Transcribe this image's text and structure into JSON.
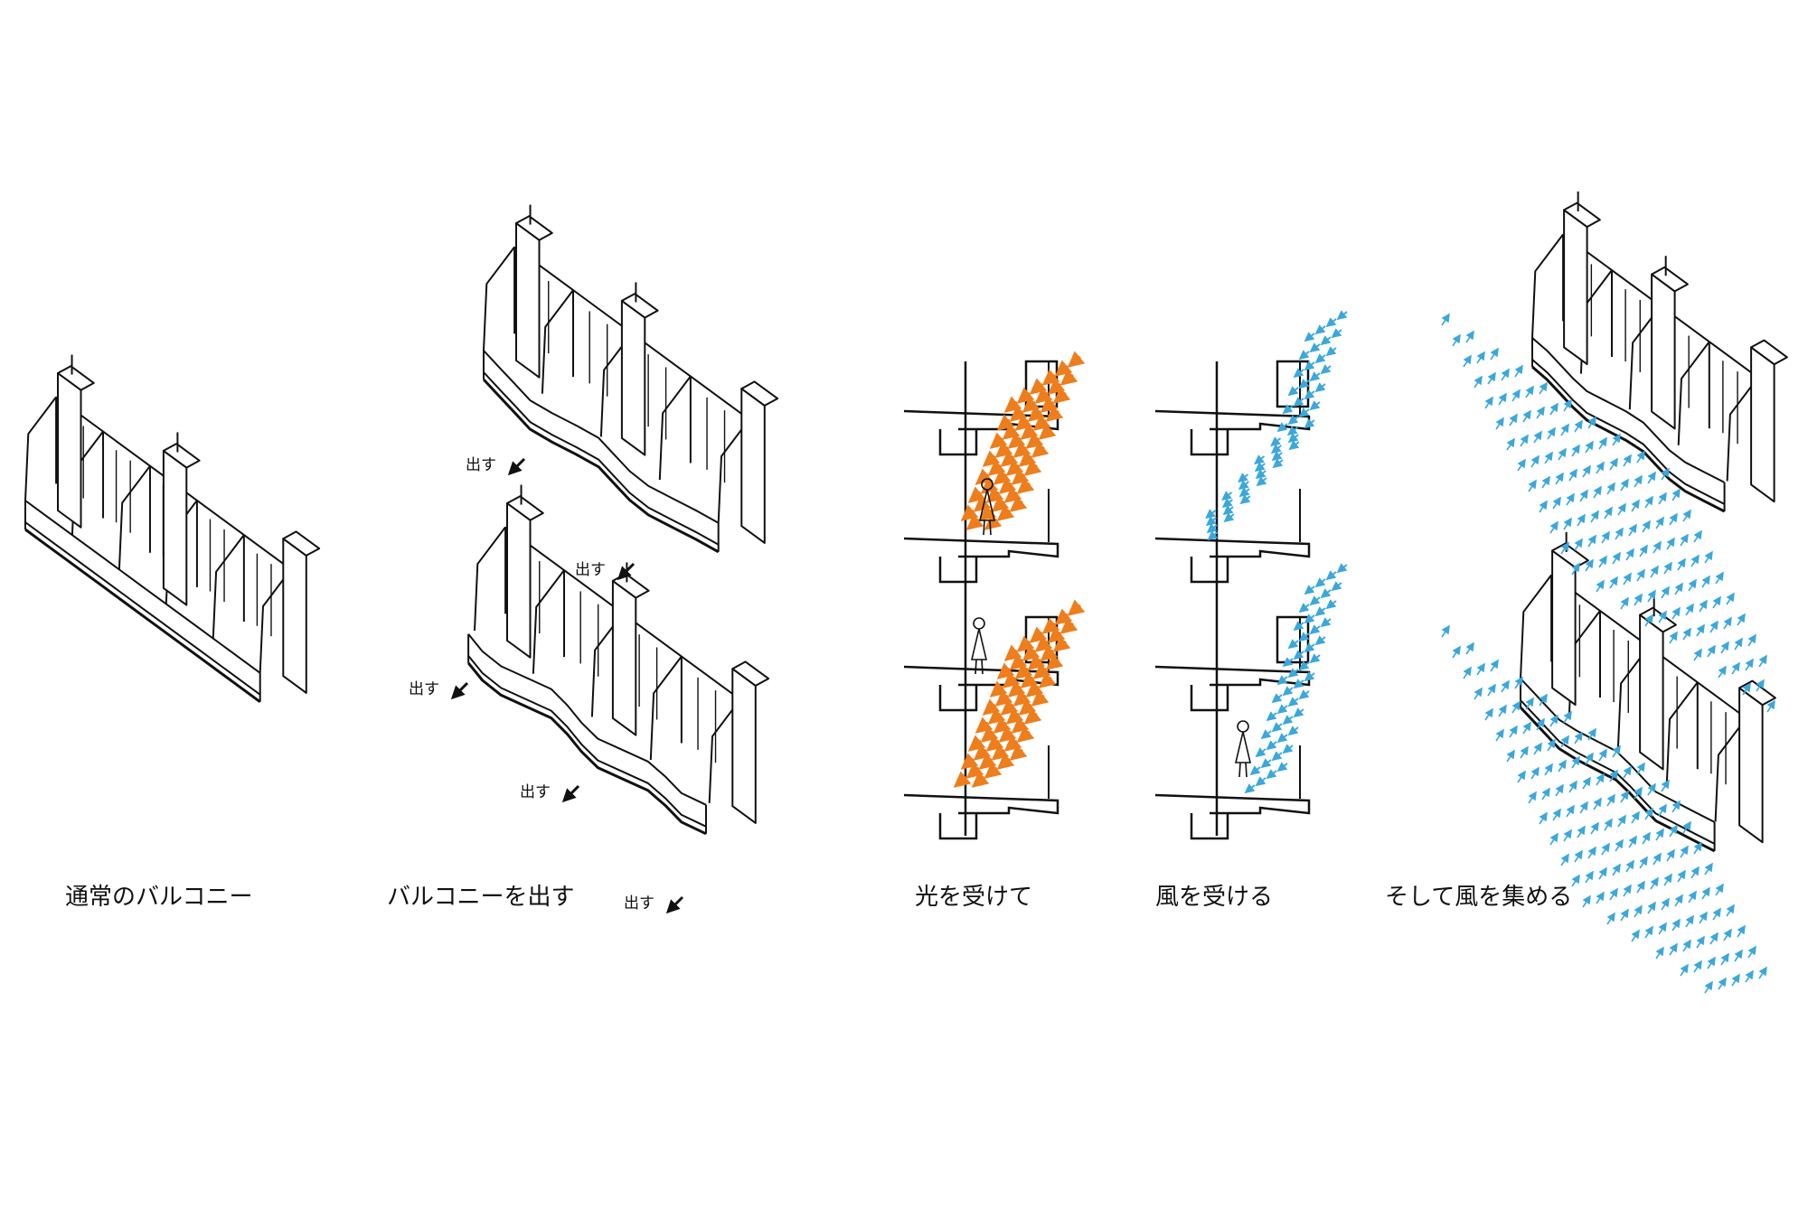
{
  "panels": [
    {
      "id": "normal",
      "caption": "通常のバルコニー"
    },
    {
      "id": "extend",
      "caption": "バルコニーを出す"
    },
    {
      "id": "light",
      "caption": "光を受けて"
    },
    {
      "id": "wind",
      "caption": "風を受ける"
    },
    {
      "id": "collect",
      "caption": "そして風を集める"
    }
  ],
  "extend_tag": "出す",
  "colors": {
    "line": "#111111",
    "light_arrow": "#ee7d1c",
    "wind_arrow": "#3aa8dd",
    "background": "#ffffff"
  }
}
